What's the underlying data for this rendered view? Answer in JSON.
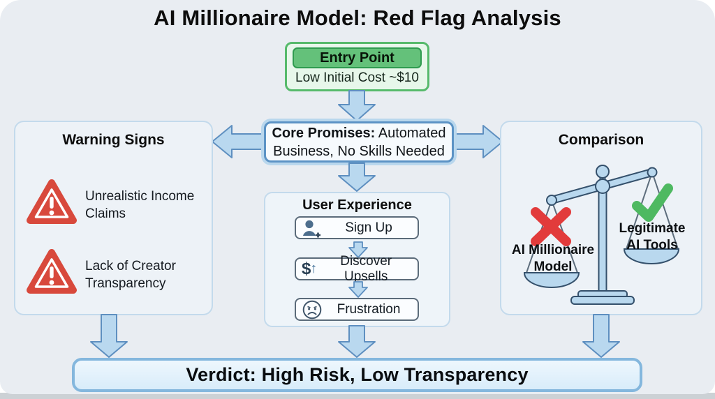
{
  "title": "AI Millionaire Model: Red Flag Analysis",
  "entry_point": {
    "header": "Entry Point",
    "detail": "Low Initial Cost ~$10"
  },
  "core_promises": {
    "label_bold": "Core Promises:",
    "label_rest": " Automated Business, No Skills Needed"
  },
  "warning_signs": {
    "title": "Warning Signs",
    "items": [
      {
        "icon": "warning-triangle",
        "label": "Unrealistic Income Claims"
      },
      {
        "icon": "warning-triangle",
        "label": "Lack of Creator Transparency"
      }
    ]
  },
  "user_experience": {
    "title": "User Experience",
    "steps": [
      {
        "icon": "person-add",
        "label": "Sign Up"
      },
      {
        "icon": "dollar-up-arrow",
        "label": "Discover Upsells"
      },
      {
        "icon": "sad-face",
        "label": "Frustration"
      }
    ]
  },
  "comparison": {
    "title": "Comparison",
    "left_item": {
      "icon": "red-x",
      "label": "AI Millionaire Model"
    },
    "right_item": {
      "icon": "green-check",
      "label": "Legitimate AI Tools"
    }
  },
  "verdict": {
    "label": "Verdict: High Risk, Low Transparency"
  },
  "icon_glyphs": {
    "dollar": "$",
    "up_arrow": "↑"
  },
  "colors": {
    "arrow_fill": "#b9d8ef",
    "arrow_stroke": "#5e8fc0",
    "green_header": "#63c078",
    "green_border": "#56ba6b",
    "warning_red": "#d8493c",
    "cross_red": "#e23b3b",
    "check_green": "#4eb961",
    "panel_border": "#c3daec",
    "core_border": "#5c93c5",
    "verdict_border": "#84b7dd",
    "canvas_bg": "#e9edf2"
  }
}
